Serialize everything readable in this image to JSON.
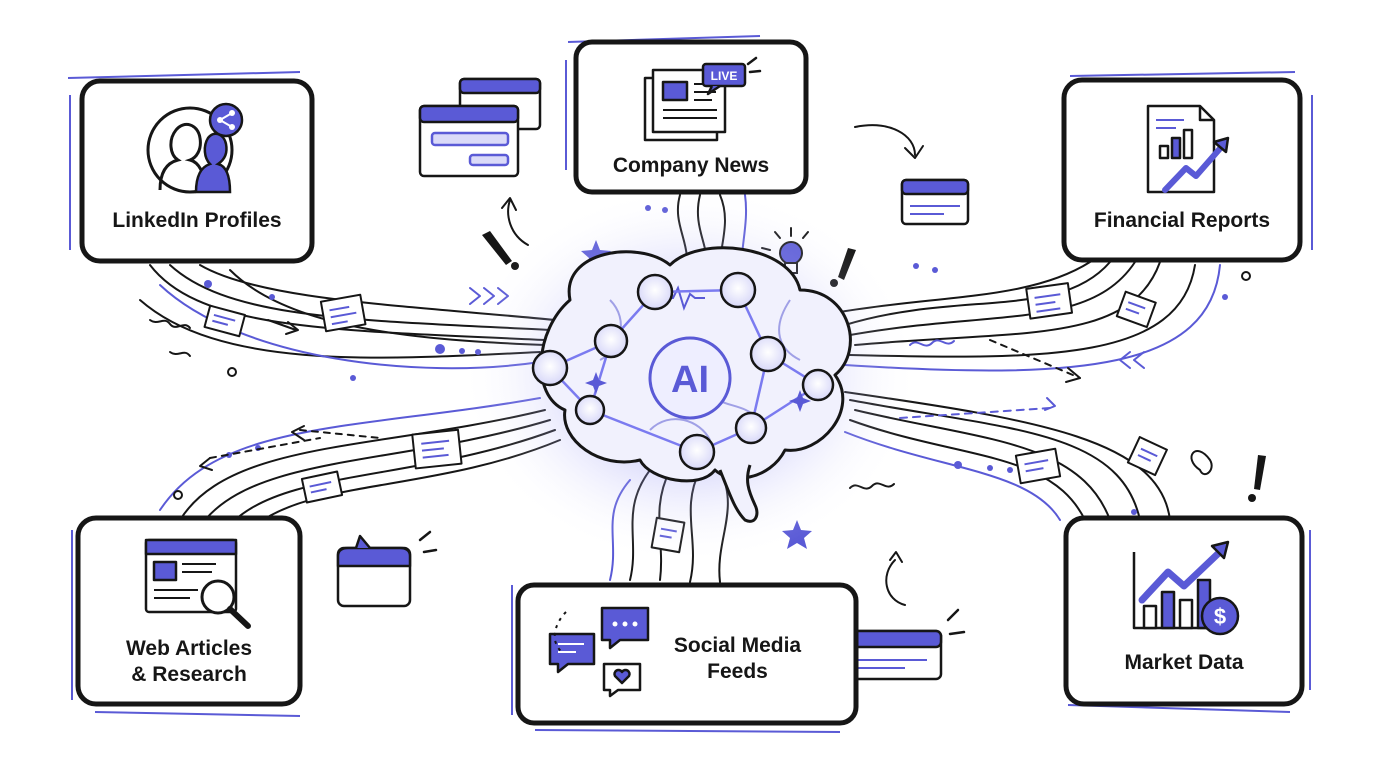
{
  "center": {
    "label": "AI"
  },
  "nodes": [
    {
      "id": "linkedin",
      "label": "LinkedIn Profiles",
      "icon": "people-share-icon"
    },
    {
      "id": "company-news",
      "label": "Company News",
      "icon": "newspaper-live-icon",
      "badge": "LIVE"
    },
    {
      "id": "financial",
      "label": "Financial Reports",
      "icon": "report-chart-icon"
    },
    {
      "id": "web-articles",
      "label": "Web Articles\n& Research",
      "icon": "browser-magnifier-icon"
    },
    {
      "id": "social",
      "label": "Social Media\nFeeds",
      "icon": "chat-bubbles-icon"
    },
    {
      "id": "market",
      "label": "Market Data",
      "icon": "trend-dollar-icon"
    }
  ],
  "colors": {
    "accent": "#5a5ad6",
    "ink": "#161616",
    "glow": "#7b7bf0",
    "tint": "#e6e6fb"
  }
}
